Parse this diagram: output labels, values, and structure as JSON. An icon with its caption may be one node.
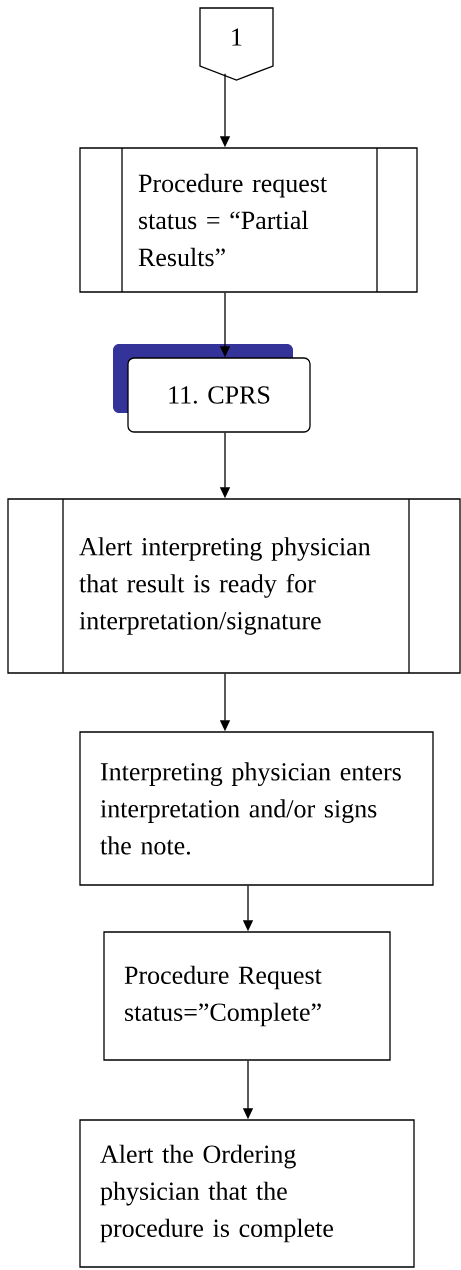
{
  "diagram": {
    "nodes": [
      {
        "text": [
          "1"
        ]
      },
      {
        "text": [
          "Procedure request status = “Partial Results”"
        ]
      },
      {
        "text": [
          "11.  CPRS"
        ]
      },
      {
        "text": [
          "Alert interpreting physician that result is ready for interpretation/signature"
        ]
      },
      {
        "text": [
          "Interpreting physician enters interpretation and/or signs the note."
        ]
      },
      {
        "text": [
          "Procedure Request status=”Complete”"
        ]
      },
      {
        "text": [
          "Alert the Ordering physician that the procedure is complete"
        ]
      }
    ],
    "edges": [
      {
        "from": 0,
        "to": 1,
        "arrow": "to"
      },
      {
        "from": 1,
        "to": 2,
        "arrow": "to"
      },
      {
        "from": 2,
        "to": 3,
        "arrow": "to"
      },
      {
        "from": 3,
        "to": 4,
        "arrow": "to"
      },
      {
        "from": 4,
        "to": 5,
        "arrow": "to"
      },
      {
        "from": 5,
        "to": 6,
        "arrow": "to"
      }
    ]
  }
}
